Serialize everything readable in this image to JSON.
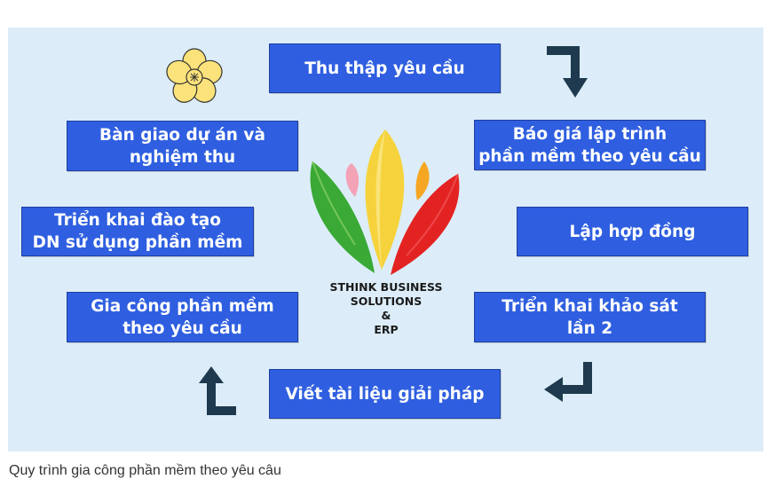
{
  "diagram": {
    "steps": {
      "thu_thap": "Thu thập yêu cầu",
      "bao_gia": "Báo giá lập trình\nphần mềm theo yêu cầu",
      "lap_hop_dong": "Lập hợp đồng",
      "khao_sat": "Triển khai khảo sát\nlần 2",
      "viet_tai_lieu": "Viết tài liệu giải pháp",
      "gia_cong": "Gia công phần mềm\ntheo yêu cầu",
      "dao_tao": "Triển khai đào tạo\nDN sử dụng phần mềm",
      "ban_giao": "Bàn giao dự án và\nnghiệm thu"
    },
    "logo": {
      "line1": "STHINK BUSINESS",
      "line2": "SOLUTIONS",
      "line3": "&",
      "line4": "ERP"
    },
    "colors": {
      "panel_bg": "#dcedf9",
      "step_bg": "#2f5fe0",
      "step_text": "#ffffff",
      "arrow": "#1f3a4e"
    }
  },
  "caption": "Quy trình gia công phần mềm theo yêu câu"
}
